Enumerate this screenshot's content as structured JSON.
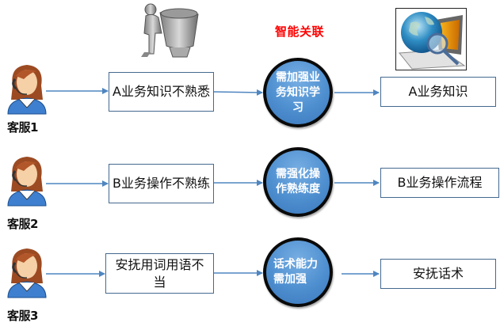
{
  "header": {
    "title": "智能关联",
    "title_color": "#ff0000"
  },
  "colors": {
    "connector": "#4f86c0",
    "box_border": "#44698f",
    "circle_fill": "#4e8fd0",
    "circle_border": "#0a0a0a"
  },
  "illustrations": {
    "left": "person-leaning-on-bucket-icon",
    "right": "globe-magnifier-computer-icon"
  },
  "rows": [
    {
      "agent": "客服1",
      "problem": "A业务知识不熟悉",
      "action": "需加强业务知识学习",
      "resource": "A业务知识"
    },
    {
      "agent": "客服2",
      "problem": "B业务操作不熟练",
      "action": "需强化操作熟练度",
      "resource": "B业务操作流程"
    },
    {
      "agent": "客服3",
      "problem": "安抚用词用语不当",
      "action": "话术能力需加强",
      "resource": "安抚话术"
    }
  ]
}
